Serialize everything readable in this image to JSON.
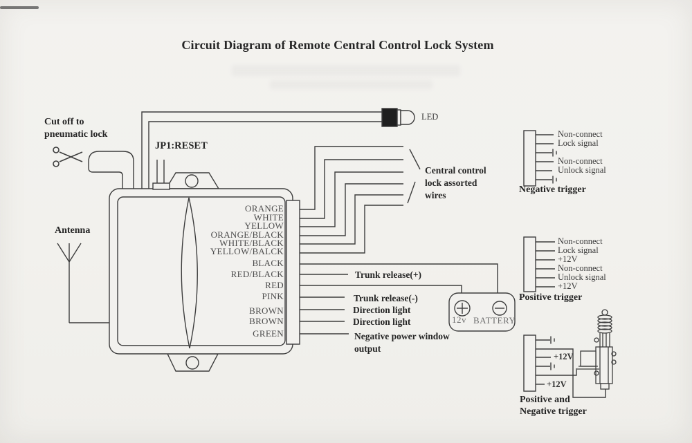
{
  "title": "Circuit Diagram of Remote Central Control Lock System",
  "labels": {
    "cut_off_line1": "Cut off to",
    "cut_off_line2": "pneumatic lock",
    "jp1": "JP1:RESET",
    "antenna": "Antenna",
    "led": "LED",
    "assorted_line1": "Central control",
    "assorted_line2": "lock assorted",
    "assorted_line3": "wires",
    "trunk_release_pos": "Trunk release(+)",
    "trunk_release_neg": "Trunk release(-)",
    "direction_light_1": "Direction light",
    "direction_light_2": "Direction light",
    "window_line1": "Negative power window",
    "window_line2": "output"
  },
  "control_box": {
    "wire_labels": [
      "ORANGE",
      "WHITE",
      "YELLOW",
      "ORANGE/BLACK",
      "WHITE/BLACK",
      "YELLOW/BALCK",
      "BLACK",
      "RED/BLACK",
      "RED",
      "PINK",
      "BROWN",
      "BROWN",
      "GREEN"
    ]
  },
  "battery": {
    "voltage": "12v",
    "label": "BATTERY"
  },
  "negative_trigger": {
    "title": "Negative trigger",
    "pin1": "Non-connect",
    "pin2": "Lock signal",
    "pin4": "Non-connect",
    "pin5": "Unlock signal"
  },
  "positive_trigger": {
    "title": "Positive trigger",
    "pin1": "Non-connect",
    "pin2": "Lock signal",
    "pin3": "+12V",
    "pin4": "Non-connect",
    "pin5": "Unlock signal",
    "pin6": "+12V"
  },
  "combo_trigger": {
    "title_line1": "Positive and",
    "title_line2": "Negative trigger",
    "plus12_top": "+12V",
    "plus12_bottom": "+12V"
  },
  "colors": {
    "ink": "#3d3d3d",
    "paper": "#f2f1ee",
    "led_body": "#1f1f1f"
  }
}
